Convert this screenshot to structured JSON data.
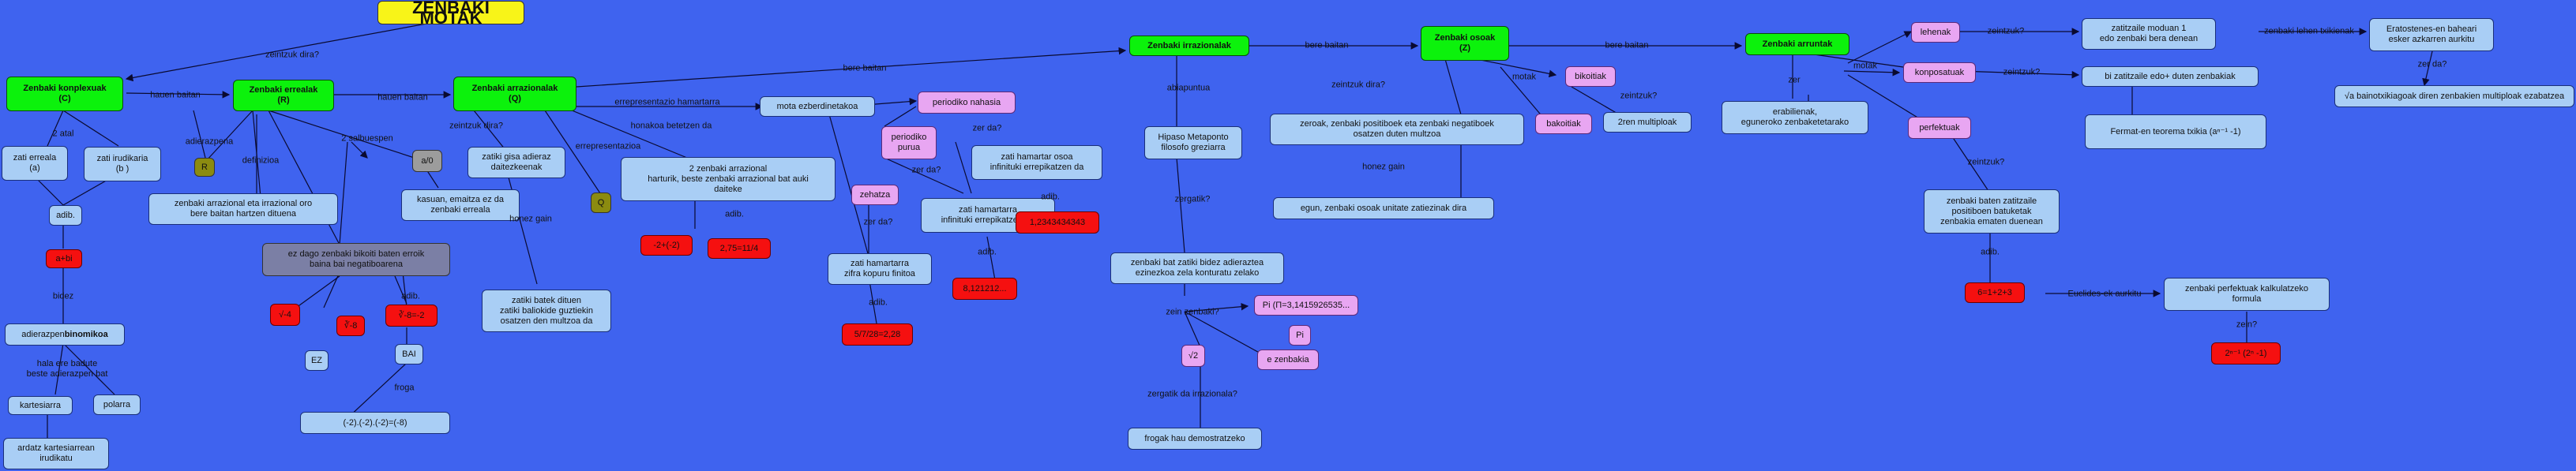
{
  "title": "ZENBAKI MOTAK",
  "nodes": {
    "complex": "Zenbaki konplexuak\n(C)",
    "real": "Zenbaki errealak\n(R)",
    "rational": "Zenbaki arrazionalak\n(Q)",
    "irrational": "Zenbaki irrazionalak",
    "integer": "Zenbaki osoak\n(Z)",
    "natural": "Zenbaki arruntak",
    "z_real": "zati erreala\n(a)",
    "z_imag": "zati irudikaria\n(b )",
    "adib_c": "adib.",
    "c_example": "a+bi",
    "binomial_text": "adierazpen ",
    "binomial_bold": "binomikoa",
    "cartesian": "kartesiarra",
    "polar": "polarra",
    "cart_coords": "ardatz kartesiarrean\nirudikatu",
    "r_symbol": "R",
    "r_definition": "zenbaki arrazional eta irrazional oro\nbere baitan hartzen dituena",
    "a_zero": "a/0",
    "a_zero_text": "kasuan, emaitza ez da\nzenbaki erreala",
    "neg_root": "ez dago zenbaki bikoiti baten erroik\nbaina bai negatiboarena",
    "sqrt_neg4": "√-4",
    "sqrt_neg8": "∛-8",
    "cbrt_neg8_full": "∛-8=-2",
    "ez": "EZ",
    "bai": "BAI",
    "check": "(-2).(-2).(-2)=(-8)",
    "fraction_not": "zatiki gisa adieraz\ndaitezkeenak",
    "q_symbol": "Q",
    "frac_def": "2 zenbaki arrazional\nharturik, beste zenbaki arrazional bat auki\ndaiteke",
    "ex_q1": "-2+(-2)",
    "ex_q2": "2,75=11/4",
    "decimal_text": "zatiki batek dituen\nzatiki baliokide guztiekin\nosatzen den multzoa da",
    "many_decimals": "mota ezberdinetakoa",
    "periodic": "periodiko nahasia",
    "periodic_pure": "periodiko\npurua",
    "exact": "zehatza",
    "exact_text": "zati hamartarra\nzifra kopuru finitoa",
    "exact_example": "5/7/28=2,28",
    "pure_text": "zati hamartarra\ninfinituki errepikatzen da",
    "pure_example": "8,121212...",
    "mixed_text": "zati hamartar osoa\ninfinituki errepikatzen da",
    "mixed_example": "1,2343434343",
    "hippasus": "Hipaso Metaponto\nfilosofo greziarra",
    "irr_def": "zenbaki bat zatiki bidez adieraztea\nezinezkoa zela konturatu zelako",
    "sqrt2": "√2",
    "pi": "Pi (Π=3,1415926535...",
    "pi_short": "Pi",
    "e_num": "e zenbakia",
    "demos": "frogak hau demostratzeko",
    "int_def": "zeroak, zenbaki positiboek eta zenbaki negatiboek\nosatzen duten multzoa",
    "int_units": "egun, zenbaki osoak unitate zatiezinak dira",
    "even": "bikoitiak",
    "odd": "bakoitiak",
    "mult2": "2ren multiploak",
    "natural_def": "erabilienak,\neguneroko zenbaketetarako",
    "prime": "lehenak",
    "composite": "konposatuak",
    "perfect": "perfektuak",
    "prime_def": "zatitzaile moduan 1\nedo zenbaki bera denean",
    "composite_def": "bi zatitzaile edo+ duten zenbakiak",
    "fermat": "Fermat-en teorema txikia  (aⁿ⁻¹ -1)",
    "eratosthenes": "Eratostenes-en baheari\nesker azkarren aurkitu",
    "sqrt_prime": "√a bainotxikiagoak diren zenbakien multiploak ezabatzea",
    "perfect_def": "zenbaki baten zatitzaile\npositiboen batuketak\nzenbakia ematen duenean",
    "perfect_ex": "6=1+2+3",
    "euclid": "zenbaki perfektuak kalkulatzeko\nformula",
    "euclid_formula": "2ⁿ⁻¹ (2ⁿ -1)"
  },
  "labels": {
    "zeintzuk_dira": "zeintzuk dira?",
    "hauen_baitan": "hauen baitan",
    "hauen_baitan2": "hauen baitan",
    "bere_baitan": "bere baitan",
    "bere_baitan2": "bere baitan",
    "bere_baitan3": "bere baitan",
    "bi_atal": "2 atal",
    "bidez": "bidez",
    "hala_ere": "hala ere badute\nbeste adierazpen bat",
    "adierazpena": "adierazpena",
    "definizioa": "definizioa",
    "bi_salbuespen": "2 salbuespen",
    "adib1": "adib.",
    "frogatu": "froga",
    "zeintzuk_dira2": "zeintzuk dira?",
    "errepresentazio_h": "errepresentazio hamartarra",
    "errepresentazioa": "errepresentazioa",
    "honakoa": "honakoa betetzen da",
    "adib2": "adib.",
    "honez_gain": "honez gain",
    "zer_da": "zer da?",
    "zer_da2": "zer da?",
    "zer_da3": "zer da?",
    "adib3": "adib.",
    "adib4": "adib.",
    "adib5": "adib.",
    "aitzindari": "abiapuntua",
    "zergatik": "zergatik?",
    "zein_zenbaki": "zein zenbaki?",
    "zergatik_irr": "zergatik da irrazionala?",
    "zeintzuk_dira3": "zeintzuk dira?",
    "honez_gain2": "honez gain",
    "motak": "motak",
    "zeintzuk": "zeintzuk?",
    "zer": "zer",
    "motak2": "motak",
    "zeintzuk2": "zeintzuk?",
    "zeintzuk3": "zeintzuk?",
    "zenbaki_lehen": "zenbaki lehen txikienak",
    "zer_da4": "zer da?",
    "zeintzuk4": "zeintzuk?",
    "adib6": "adib.",
    "euclides": "Euclides-ek aurkitu",
    "zein": "zein?"
  },
  "colors": {
    "background": "#3f63ef",
    "green": "#0cf20c",
    "blue": "#a9cef5",
    "pink": "#e8a6f2",
    "red": "#f51010"
  }
}
